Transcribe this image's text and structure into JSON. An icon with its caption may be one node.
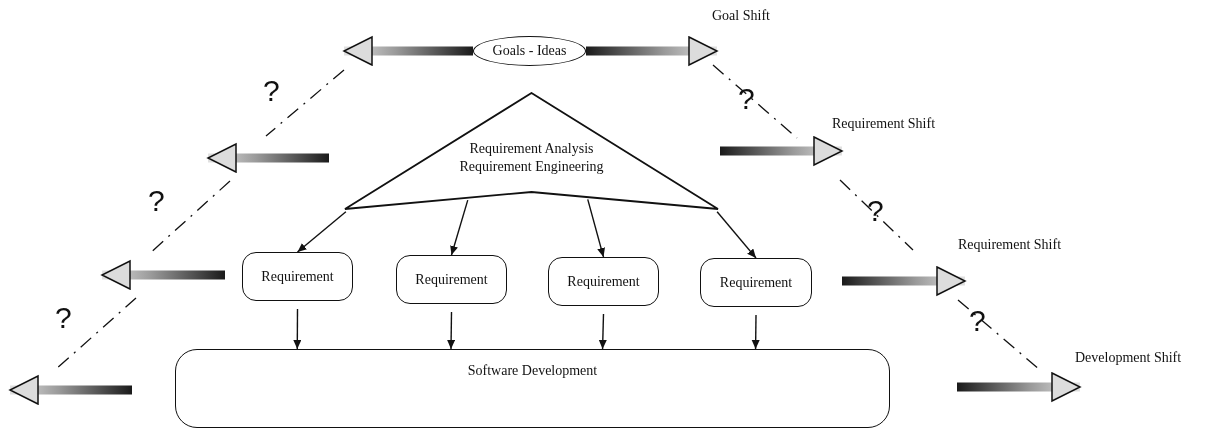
{
  "diagram": {
    "nodes": [
      {
        "text": [
          "Goals - Ideas"
        ]
      },
      {
        "text": [
          "Requirement Analysis",
          "Requirement Engineering"
        ]
      },
      {
        "text": [
          "Requirement"
        ]
      },
      {
        "text": [
          "Requirement"
        ]
      },
      {
        "text": [
          "Requirement"
        ]
      },
      {
        "text": [
          "Requirement"
        ]
      },
      {
        "text": [
          "Software Development"
        ]
      }
    ],
    "edges": [
      {
        "from": 0,
        "to": null,
        "arrow": "to",
        "style": "thick"
      },
      {
        "from": 0,
        "to": null,
        "arrow": "to",
        "style": "thick"
      },
      {
        "from": 1,
        "to": 2,
        "arrow": "to"
      },
      {
        "from": 1,
        "to": 3,
        "arrow": "to"
      },
      {
        "from": 1,
        "to": 4,
        "arrow": "to"
      },
      {
        "from": 1,
        "to": 5,
        "arrow": "to"
      },
      {
        "from": 2,
        "to": 6,
        "arrow": "to"
      },
      {
        "from": 3,
        "to": 6,
        "arrow": "to"
      },
      {
        "from": 4,
        "to": 6,
        "arrow": "to"
      },
      {
        "from": 5,
        "to": 6,
        "arrow": "to"
      }
    ],
    "labels": [
      "Goal Shift",
      "?",
      "?",
      "Requirement Shift",
      "?",
      "?",
      "Requirement Shift",
      "?",
      "?",
      "Development Shift"
    ]
  }
}
